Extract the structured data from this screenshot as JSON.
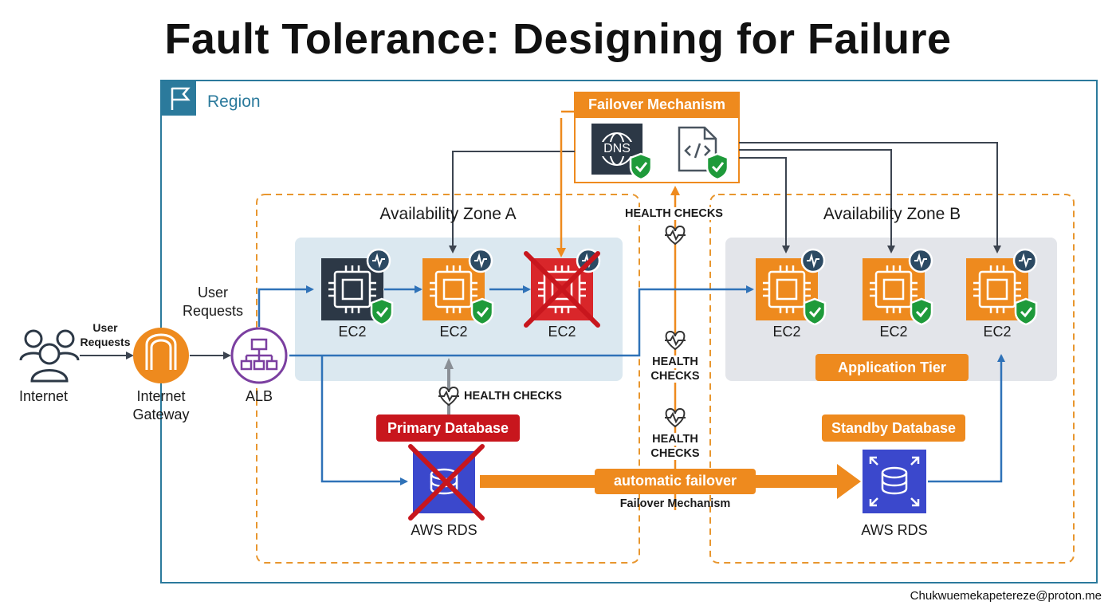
{
  "title": "Fault Tolerance: Designing for Failure",
  "region": {
    "label": "Region"
  },
  "internet": {
    "label": "Internet"
  },
  "user_requests_small": "User Requests",
  "gateway": {
    "label_line1": "Internet",
    "label_line2": "Gateway"
  },
  "alb": {
    "label": "ALB",
    "requests_line1": "User",
    "requests_line2": "Requests"
  },
  "failover_box": {
    "title": "Failover Mechanism",
    "dns_text": "DNS"
  },
  "zone_a": {
    "title": "Availability Zone A",
    "instances": [
      {
        "label": "EC2",
        "state": "healthy"
      },
      {
        "label": "EC2",
        "state": "healthy"
      },
      {
        "label": "EC2",
        "state": "failed"
      }
    ]
  },
  "zone_b": {
    "title": "Availability Zone B",
    "instances": [
      {
        "label": "EC2",
        "state": "healthy"
      },
      {
        "label": "EC2",
        "state": "healthy"
      },
      {
        "label": "EC2",
        "state": "healthy"
      }
    ],
    "tier_label": "Application Tier"
  },
  "health_checks": {
    "top": "HEALTH CHECKS",
    "middle_line1": "HEALTH",
    "middle_line2": "CHECKS",
    "lower_line1": "HEALTH",
    "lower_line2": "CHECKS",
    "zone_a": "HEALTH CHECKS"
  },
  "primary_db": {
    "badge": "Primary Database",
    "label": "AWS RDS",
    "state": "failed"
  },
  "standby_db": {
    "badge": "Standby Database",
    "label": "AWS RDS"
  },
  "failover_arrow": {
    "label": "automatic failover",
    "caption": "Failover Mechanism"
  },
  "footer": "Chukwuemekapetereze@proton.me",
  "colors": {
    "region_border": "#2b7a9c",
    "aws_orange": "#ee8a1e",
    "zone_dash": "#e8962e",
    "arrow_blue": "#2f72b8",
    "dark_chip": "#2c3846",
    "failed_red": "#d9262a",
    "rds_blue": "#3b48cc",
    "zone_a_fill": "#dbe8f0",
    "zone_b_fill": "#e3e5ea",
    "alb_purple": "#7b3fa0",
    "check_green": "#1e9a3a",
    "badge_red": "#c8161d"
  }
}
